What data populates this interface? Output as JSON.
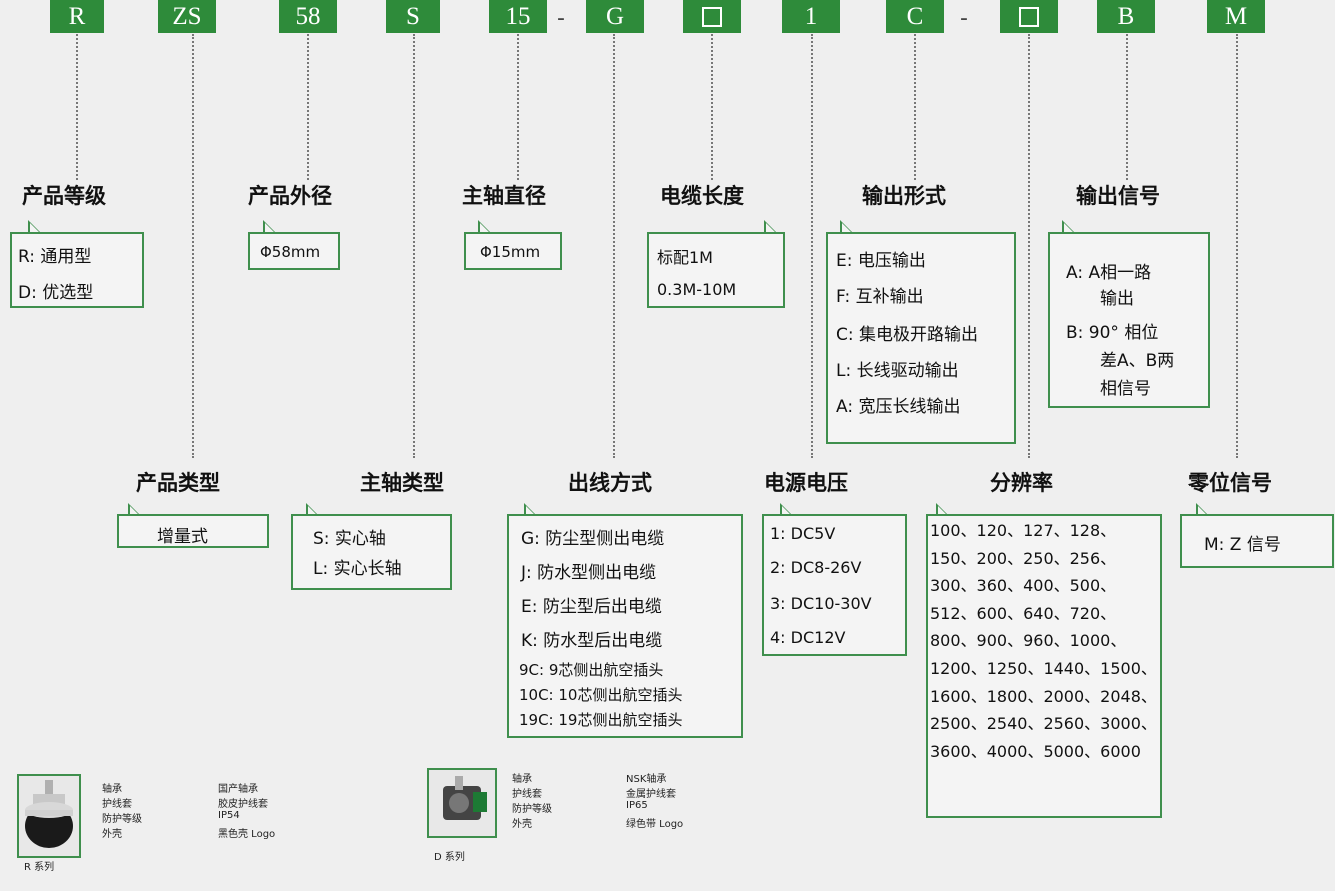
{
  "codes": [
    "R",
    "ZS",
    "58",
    "S",
    "15",
    "G",
    "",
    "1",
    "C",
    "",
    "B",
    "M"
  ],
  "separator": "-",
  "product_grade": {
    "title": "产品等级",
    "items": [
      "R: 通用型",
      "D: 优选型"
    ]
  },
  "outer_diameter": {
    "title": "产品外径",
    "value": "Φ58mm"
  },
  "shaft_diameter": {
    "title": "主轴直径",
    "value": "Φ15mm"
  },
  "cable_length": {
    "title": "电缆长度",
    "items": [
      "标配1M",
      "0.3M-10M"
    ]
  },
  "output_form": {
    "title": "输出形式",
    "items": [
      "E: 电压输出",
      "F: 互补输出",
      "C: 集电极开路输出",
      "L: 长线驱动输出",
      "A: 宽压长线输出"
    ]
  },
  "output_signal": {
    "title": "输出信号",
    "items": [
      "A: A相一路",
      "输出",
      "B: 90° 相位",
      "差A、B两",
      "相信号"
    ]
  },
  "product_type": {
    "title": "产品类型",
    "value": "增量式"
  },
  "shaft_type": {
    "title": "主轴类型",
    "items": [
      "S: 实心轴",
      "L: 实心长轴"
    ]
  },
  "cable_exit": {
    "title": "出线方式",
    "items": [
      "G: 防尘型侧出电缆",
      "J: 防水型侧出电缆",
      "E: 防尘型后出电缆",
      "K: 防水型后出电缆",
      "9C: 9芯侧出航空插头",
      "10C: 10芯侧出航空插头",
      "19C: 19芯侧出航空插头"
    ]
  },
  "supply_voltage": {
    "title": "电源电压",
    "items": [
      "1: DC5V",
      "2: DC8-26V",
      "3: DC10-30V",
      "4: DC12V"
    ]
  },
  "resolution": {
    "title": "分辨率",
    "text": "100、120、127、128、150、200、250、256、300、360、400、500、512、600、640、720、800、900、960、1000、1200、1250、1440、1500、1600、1800、2000、2048、2500、2540、2560、3000、3600、4000、5000、6000"
  },
  "zero_signal": {
    "title": "零位信号",
    "value": "M: Z 信号"
  },
  "series_r": {
    "caption": "R 系列",
    "labels": [
      "轴承",
      "护线套",
      "防护等级",
      "外壳"
    ],
    "values": [
      "国产轴承",
      "胶皮护线套",
      "IP54",
      "黑色壳 Logo"
    ]
  },
  "series_d": {
    "caption": "D 系列",
    "labels": [
      "轴承",
      "护线套",
      "防护等级",
      "外壳"
    ],
    "values": [
      "NSK轴承",
      "金属护线套",
      "IP65",
      "绿色带 Logo"
    ]
  },
  "colors": {
    "green": "#2e8b3a",
    "border": "#3f8f4d",
    "background": "#efefef"
  }
}
